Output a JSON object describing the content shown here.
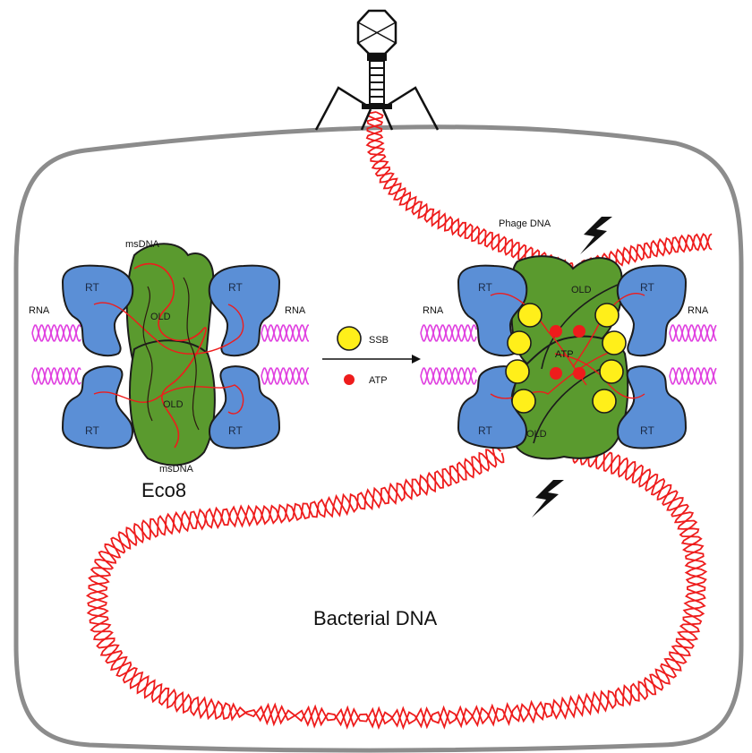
{
  "labels": {
    "msdna_top": "msDNA",
    "msdna_bottom": "msDNA",
    "eco8": "Eco8",
    "rna_left_1": "RNA",
    "rna_right_1": "RNA",
    "rna_left_2": "RNA",
    "rna_right_2": "RNA",
    "rt": "RT",
    "old": "OLD",
    "ssb": "SSB",
    "atp_legend": "ATP",
    "atp_center": "ATP",
    "phage_dna": "Phage DNA",
    "bacterial_dna": "Bacterial DNA"
  },
  "colors": {
    "cell_outline": "#8c8c8c",
    "rt_fill": "#5b8fd6",
    "old_fill": "#5a9a2e",
    "rna_strand": "#e040e0",
    "dna_strand": "#ee1c1c",
    "ssb_fill": "#ffef1a",
    "atp_fill": "#ee1c1c"
  }
}
